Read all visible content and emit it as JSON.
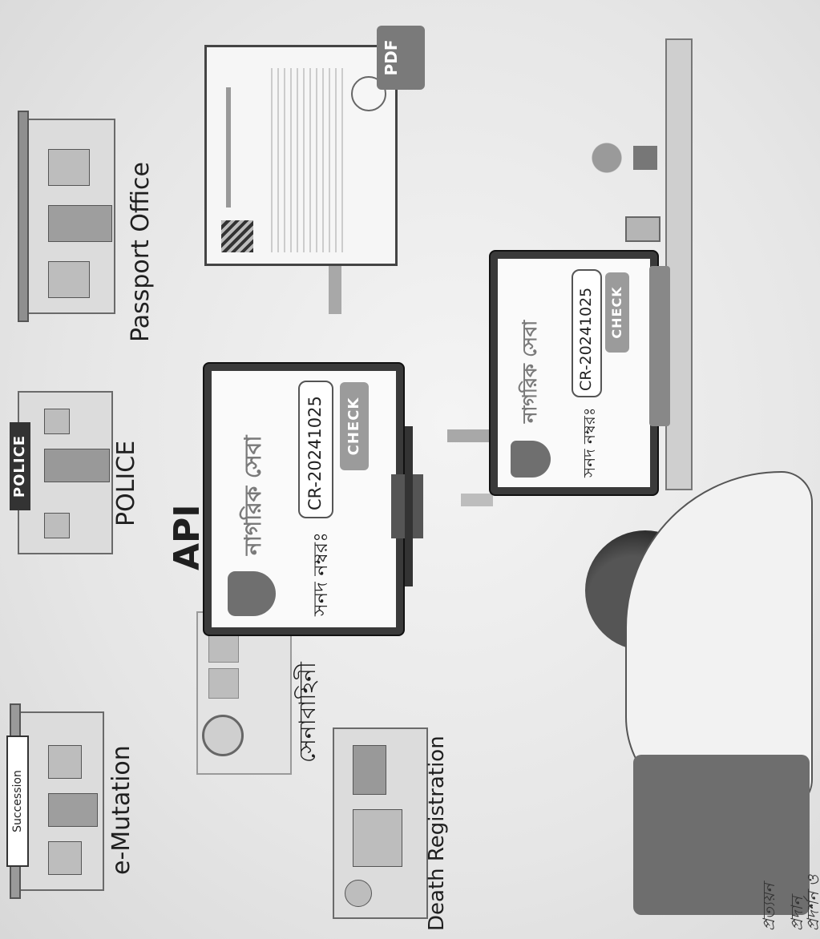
{
  "center_label": "API",
  "destinations": {
    "e_mutation": {
      "sign": "Succession",
      "caption": "e-Mutation"
    },
    "police": {
      "sign": "POLICE",
      "caption": "POLICE"
    },
    "passport": {
      "caption": "Passport Office"
    },
    "army": {
      "caption": "সেনাবাহিনী"
    },
    "death_registration": {
      "caption": "Death Registration"
    }
  },
  "main_monitor": {
    "title": "নাগরিক সেবা",
    "field_label": "সনদ নম্বরঃ",
    "field_value": "CR-20241025",
    "button": "CHECK"
  },
  "user_monitor": {
    "title": "নাগরিক সেবা",
    "field_label": "সনদ নম্বরঃ",
    "field_value": "CR-20241025",
    "button": "CHECK"
  },
  "document": {
    "badge": "PDF"
  },
  "margin_notes": [
    "প্রত্যয়ন",
    "প্রদান",
    "প্রদর্শন ও"
  ],
  "colors": {
    "ink": "#222222",
    "frame": "#3a3a3a",
    "button": "#9b9b9b",
    "paper": "#fafafa"
  },
  "icons": [
    "shield-check-icon",
    "pdf-download-icon",
    "plant-icon",
    "pen-holder-icon"
  ]
}
